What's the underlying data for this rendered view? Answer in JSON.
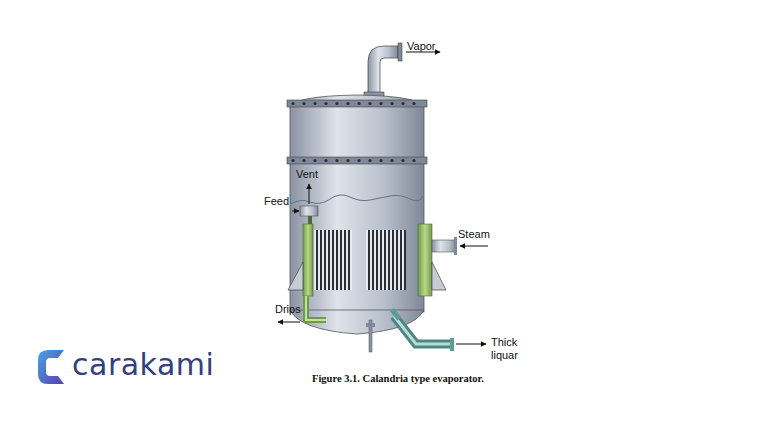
{
  "diagram": {
    "caption": "Figure 3.1. Calandria type evaporator.",
    "labels": [
      "Vapor",
      "Vent",
      "Feed",
      "Steam",
      "Drips",
      "Thick liquar",
      "carakami"
    ]
  }
}
